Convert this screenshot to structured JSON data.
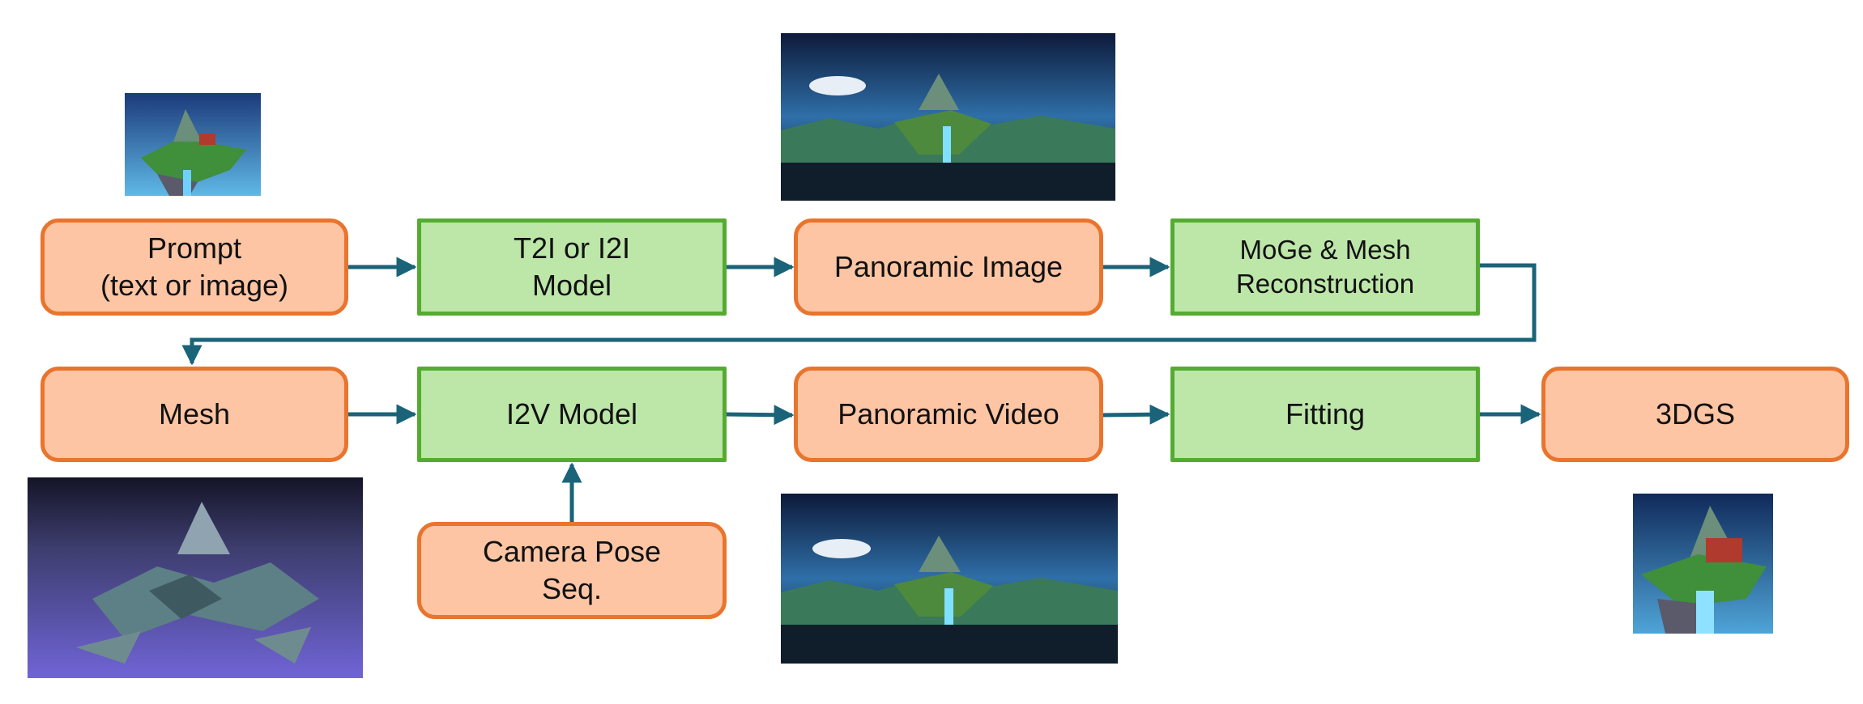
{
  "colors": {
    "process_fill": "#fdc5a4",
    "process_border": "#e9742d",
    "model_fill": "#bde6a9",
    "model_border": "#55ab32",
    "arrow": "#1a6379"
  },
  "nodes": {
    "prompt": {
      "line1": "Prompt",
      "line2": "(text or image)"
    },
    "t2i": {
      "line1": "T2I or I2I",
      "line2": "Model"
    },
    "pano_img": {
      "line1": "Panoramic Image"
    },
    "moge": {
      "line1": "MoGe & Mesh",
      "line2": "Reconstruction"
    },
    "mesh": {
      "line1": "Mesh"
    },
    "i2v": {
      "line1": "I2V Model"
    },
    "pano_vid": {
      "line1": "Panoramic Video"
    },
    "fitting": {
      "line1": "Fitting"
    },
    "gs": {
      "line1": "3DGS"
    },
    "camera": {
      "line1": "Camera Pose",
      "line2": "Seq."
    }
  },
  "thumbnails": [
    {
      "id": "prompt-image",
      "subject": "floating island with waterfall"
    },
    {
      "id": "panoramic-image",
      "subject": "panorama of floating islands"
    },
    {
      "id": "mesh-render",
      "subject": "reconstructed mesh"
    },
    {
      "id": "panoramic-video-frame",
      "subject": "panorama of floating islands"
    },
    {
      "id": "3dgs-render",
      "subject": "floating island with house"
    }
  ]
}
